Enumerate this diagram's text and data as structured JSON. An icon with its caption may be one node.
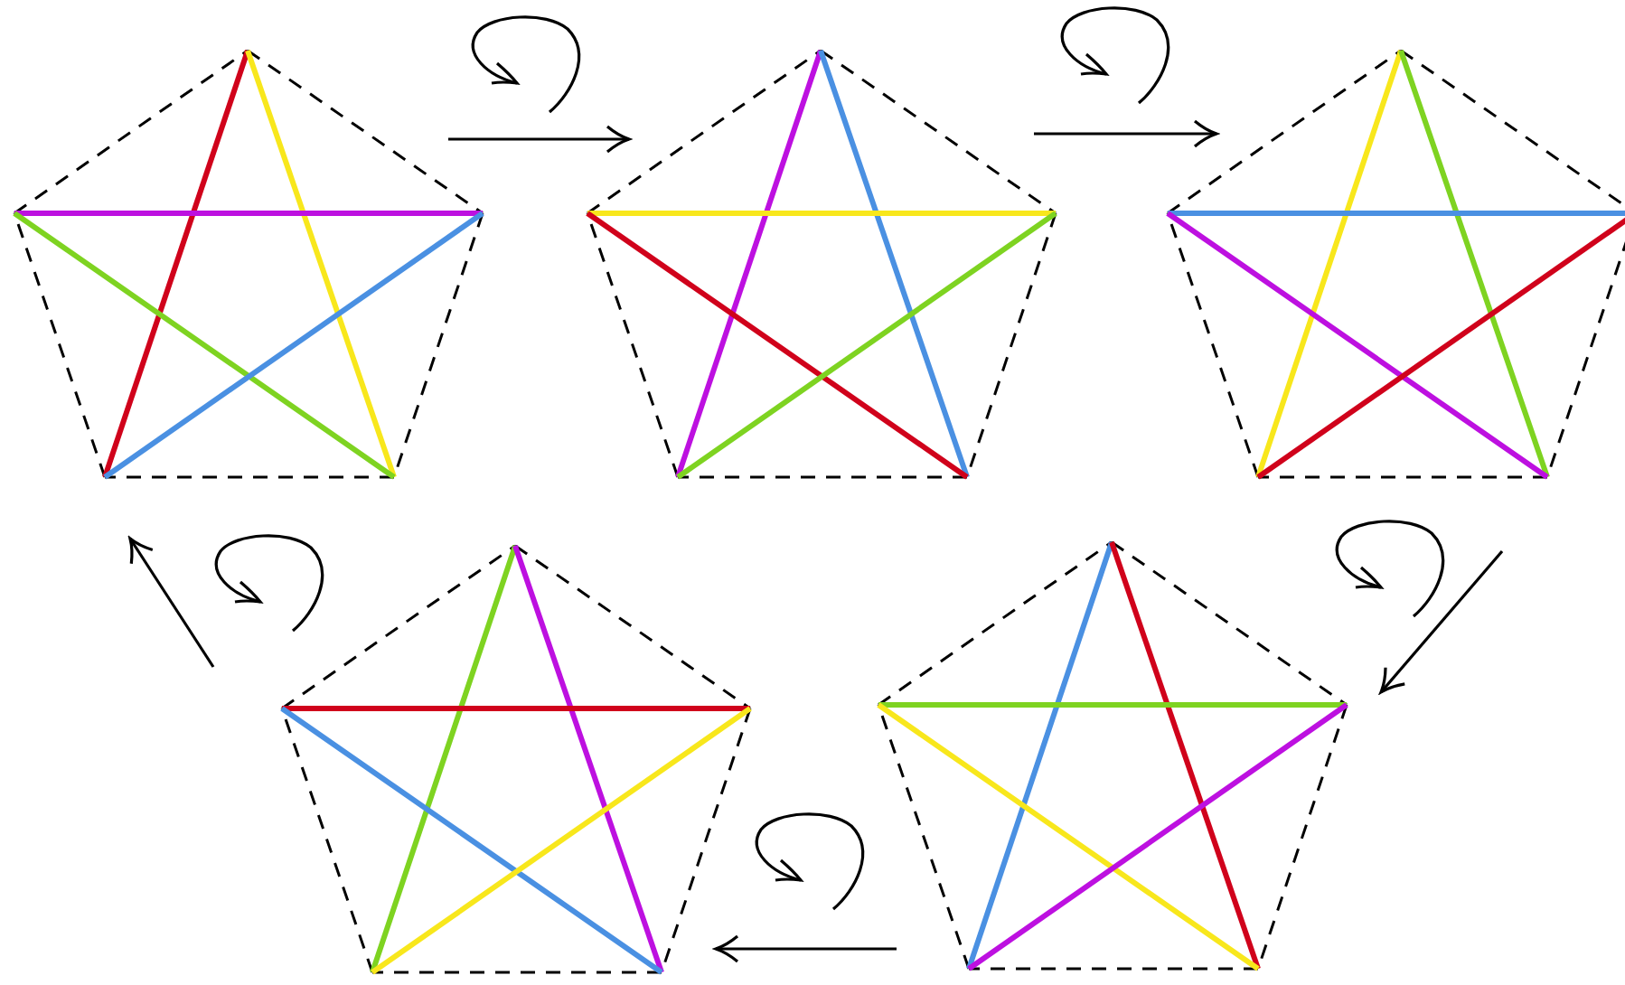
{
  "diagram": {
    "nodes": [
      {
        "text": [],
        "shape": "picture"
      },
      {
        "text": [],
        "shape": "picture"
      },
      {
        "text": [],
        "shape": "picture"
      },
      {
        "text": [],
        "shape": "picture"
      },
      {
        "text": [],
        "shape": "picture"
      }
    ],
    "edges": [
      {
        "from": 0,
        "to": 1,
        "arrow": "to"
      },
      {
        "from": 1,
        "to": 2,
        "arrow": "to"
      },
      {
        "from": 2,
        "to": 4,
        "arrow": "to"
      },
      {
        "from": 4,
        "to": 3,
        "arrow": "to"
      },
      {
        "from": 3,
        "to": 0,
        "arrow": "to"
      }
    ]
  }
}
